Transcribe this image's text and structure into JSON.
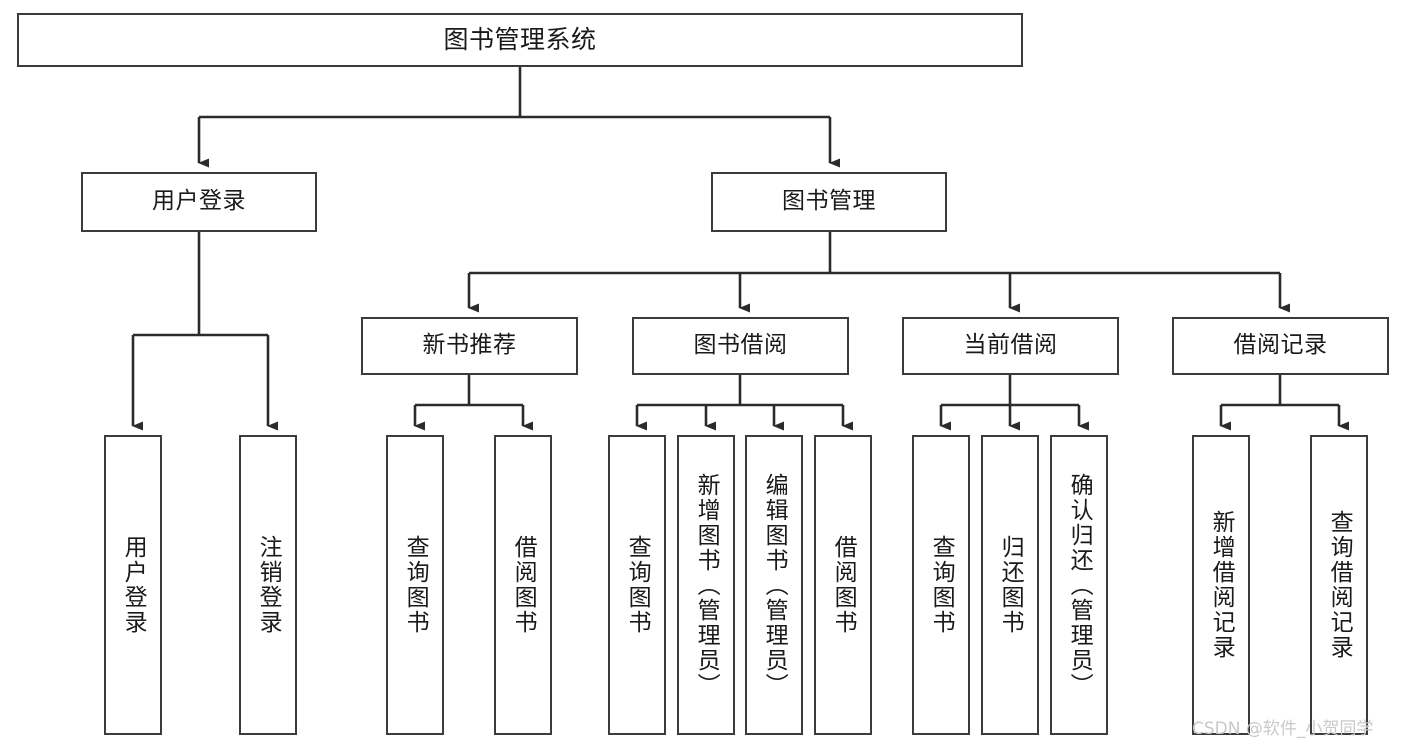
{
  "diagram": {
    "title": "图书管理系统",
    "type": "tree-hierarchy",
    "orientation": "top-down",
    "colors": {
      "background": "#ffffff",
      "box_border": "#3b3b3b",
      "box_fill": "#ffffff",
      "edge": "#2b2b2b",
      "text": "#1a1a1a",
      "watermark": "#c9c9c9"
    }
  },
  "nodes": {
    "root": {
      "label": "图书管理系统"
    },
    "level2": [
      {
        "id": "user-login",
        "label": "用户登录"
      },
      {
        "id": "book-manage",
        "label": "图书管理"
      }
    ],
    "level3": [
      {
        "id": "new-book-recommend",
        "label": "新书推荐"
      },
      {
        "id": "book-borrow",
        "label": "图书借阅"
      },
      {
        "id": "current-borrow",
        "label": "当前借阅"
      },
      {
        "id": "borrow-record",
        "label": "借阅记录"
      }
    ],
    "leaves": {
      "user_login": [
        {
          "id": "leaf-user-login",
          "label": "用户登录"
        },
        {
          "id": "leaf-logout",
          "label": "注销登录"
        }
      ],
      "new_book_recommend": [
        {
          "id": "leaf-query-book-1",
          "label": "查询图书"
        },
        {
          "id": "leaf-borrow-book-1",
          "label": "借阅图书"
        }
      ],
      "book_borrow": [
        {
          "id": "leaf-query-book-2",
          "label": "查询图书"
        },
        {
          "id": "leaf-add-book",
          "label": "新增图书（管理员）"
        },
        {
          "id": "leaf-edit-book",
          "label": "编辑图书（管理员）"
        },
        {
          "id": "leaf-borrow-book-2",
          "label": "借阅图书"
        }
      ],
      "current_borrow": [
        {
          "id": "leaf-query-book-3",
          "label": "查询图书"
        },
        {
          "id": "leaf-return-book",
          "label": "归还图书"
        },
        {
          "id": "leaf-confirm-return",
          "label": "确认归还（管理员）"
        }
      ],
      "borrow_record": [
        {
          "id": "leaf-add-record",
          "label": "新增借阅记录"
        },
        {
          "id": "leaf-query-record",
          "label": "查询借阅记录"
        }
      ]
    }
  },
  "watermark": {
    "text": "CSDN @软件_小贺同学"
  }
}
